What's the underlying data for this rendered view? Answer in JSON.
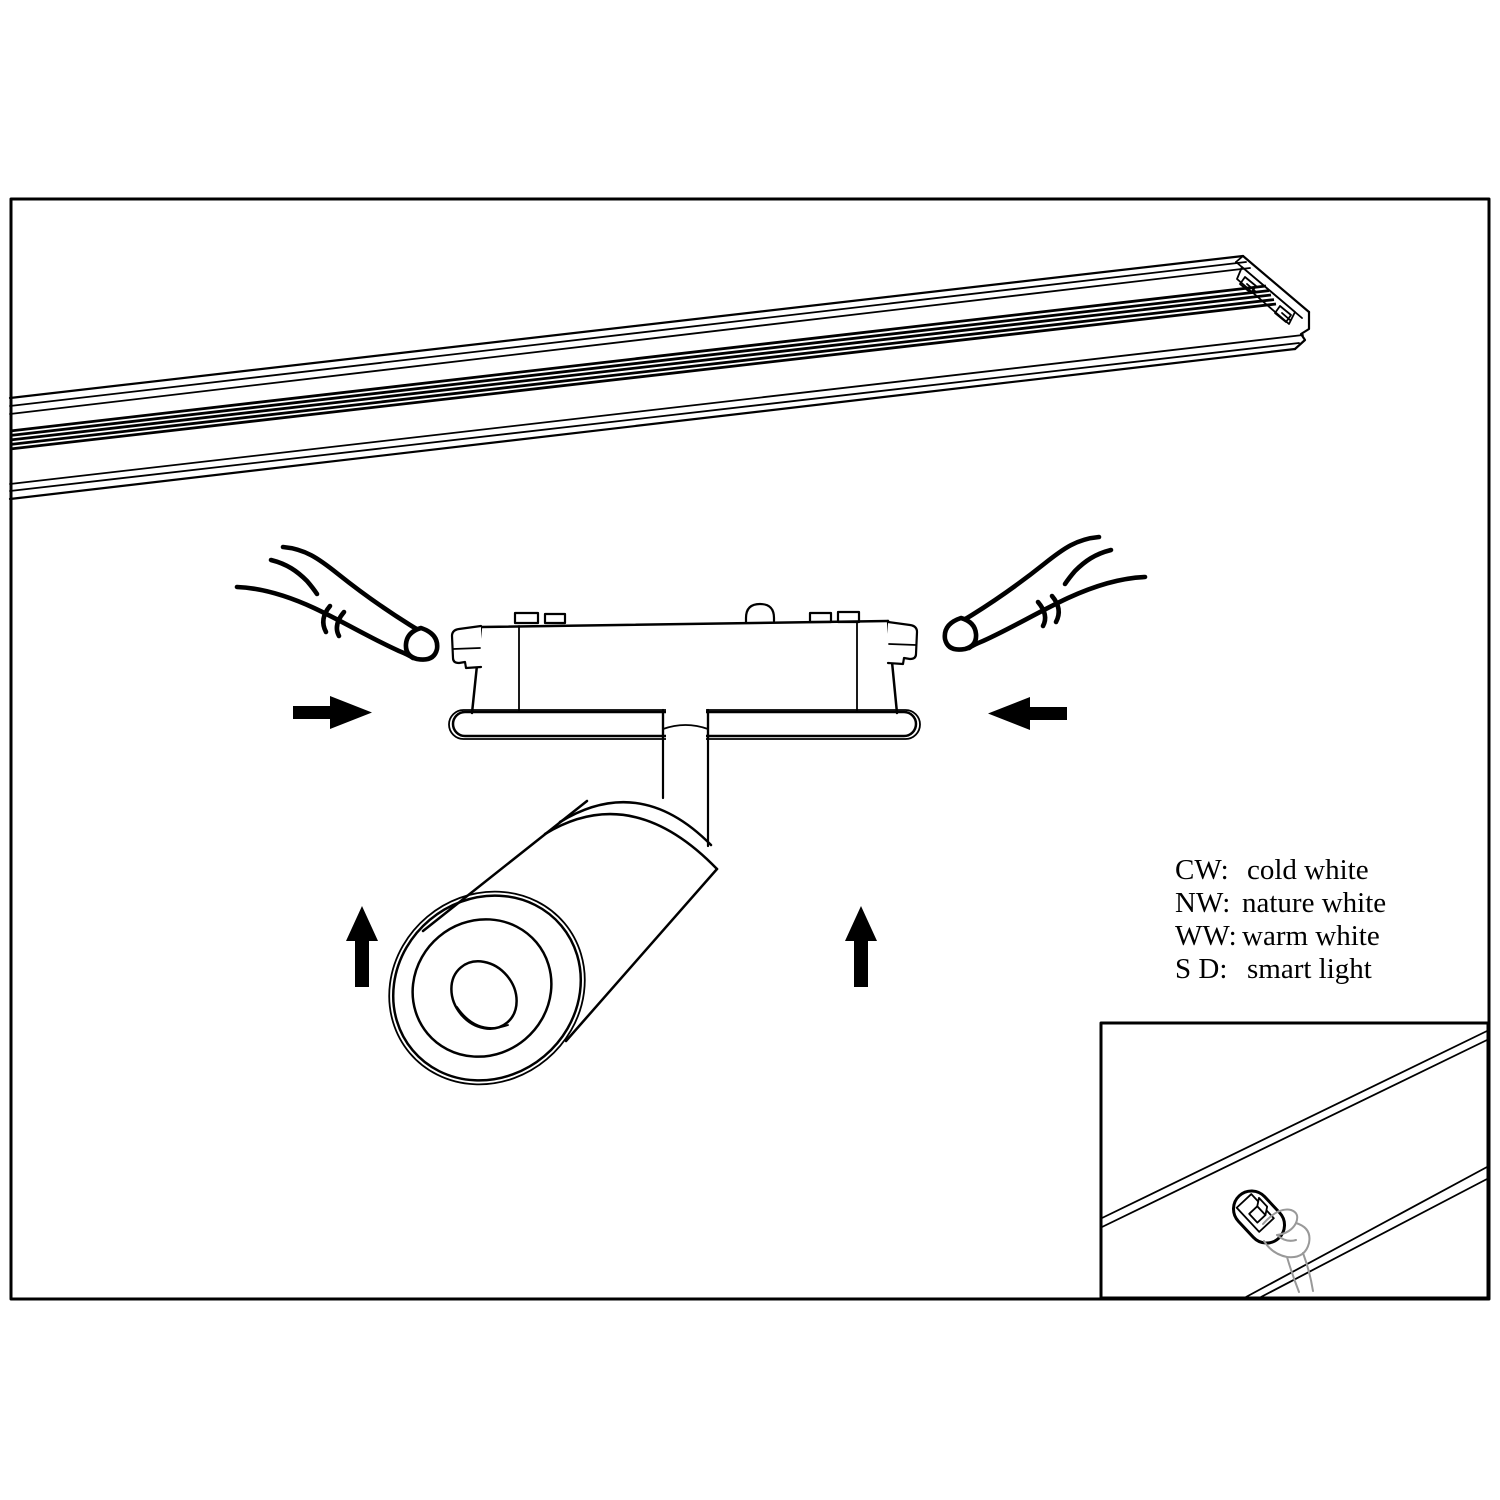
{
  "figure": {
    "background": "#ffffff",
    "line_color": "#000000",
    "inset_hand_color": "#999999"
  },
  "legend": {
    "items": [
      {
        "code": "CW:",
        "label": "cold white"
      },
      {
        "code": "NW:",
        "label": "nature white"
      },
      {
        "code": "WW:",
        "label": "warm white"
      },
      {
        "code": "S D:",
        "label": "smart light"
      }
    ]
  }
}
